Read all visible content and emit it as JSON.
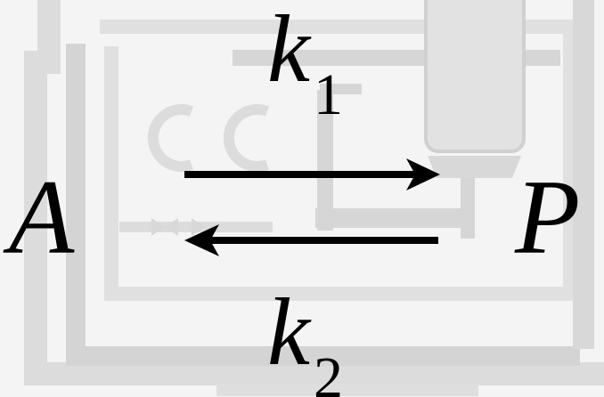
{
  "diagram": {
    "reactant": "A",
    "product": "P",
    "forward_rate": {
      "symbol": "k",
      "subscript": "1"
    },
    "reverse_rate": {
      "symbol": "k",
      "subscript": "2"
    }
  }
}
